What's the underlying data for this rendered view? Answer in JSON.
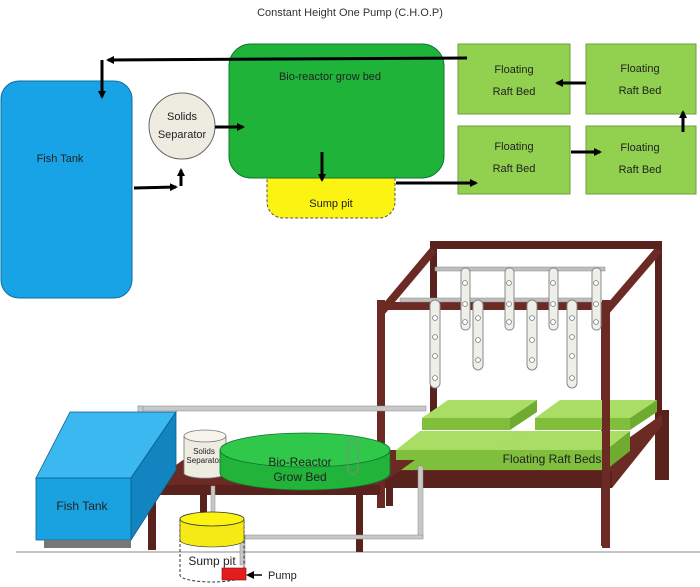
{
  "diagram_title": "Constant Height One Pump (C.H.O.P)",
  "flow": {
    "fish_tank": "Fish Tank",
    "solids_separator": [
      "Solids",
      "Separator"
    ],
    "bioreactor": "Bio-reactor grow bed",
    "sump_pit": "Sump  pit",
    "raft_top_left": [
      "Floating",
      "Raft Bed"
    ],
    "raft_top_right": [
      "Floating",
      "Raft Bed"
    ],
    "raft_bottom_left": [
      "Floating",
      "Raft Bed"
    ],
    "raft_bottom_right": [
      "Floating",
      "Raft Bed"
    ]
  },
  "illustration": {
    "fish_tank": "Fish Tank",
    "solids_separator": [
      "Solids",
      "Separator"
    ],
    "bioreactor": [
      "Bio-Reactor",
      "Grow Bed"
    ],
    "floating_raft_beds": "Floating Raft Beds",
    "sump_pit": "Sump  pit",
    "pump": "Pump"
  },
  "colors": {
    "fish_tank": "#18a3e6",
    "bioreactor": "#1fb33a",
    "raft": "#92d050",
    "sump": "#fbf312",
    "separator": "#eeece1",
    "wood": "#6b2a24",
    "pump": "#e31e1e"
  }
}
